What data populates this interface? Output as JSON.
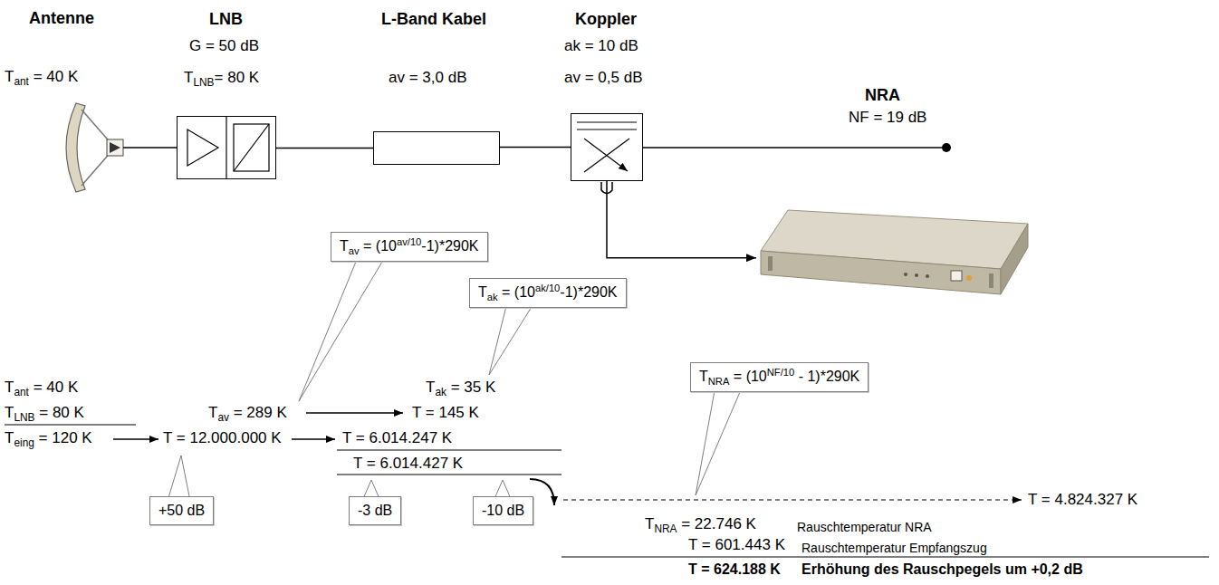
{
  "diagram": {
    "nodes": [
      {
        "text": [
          "Antenne",
          "Tant = 40 K"
        ]
      },
      {
        "text": [
          "LNB",
          "G = 50 dB",
          "TLNB= 80 K"
        ]
      },
      {
        "text": [
          "L-Band Kabel",
          "av = 3,0 dB"
        ]
      },
      {
        "text": [
          "Koppler",
          "ak = 10 dB",
          "av = 0,5 dB"
        ]
      },
      {
        "text": [
          "NRA",
          "NF = 19 dB"
        ]
      },
      {
        "text": [
          "Tav = (10av/10-1)*290K"
        ]
      },
      {
        "text": [
          "Tak = (10ak/10-1)*290K"
        ]
      },
      {
        "text": [
          "TNRA = (10NF/10 - 1)*290K"
        ]
      },
      {
        "text": [
          "+50 dB"
        ]
      },
      {
        "text": [
          "-3 dB"
        ]
      },
      {
        "text": [
          "-10 dB"
        ]
      }
    ],
    "edges": [
      {
        "from": 0,
        "to": 1,
        "arrow": "none"
      },
      {
        "from": 1,
        "to": 2,
        "arrow": "none"
      },
      {
        "from": 2,
        "to": 3,
        "arrow": "none"
      },
      {
        "from": 3,
        "to": 4,
        "arrow": "to"
      }
    ],
    "labels": [
      "Tant = 40 K",
      "TLNB = 80 K",
      "Teing = 120 K",
      "T = 12.000.000 K",
      "Tav = 289 K",
      "Tak = 35 K",
      "T = 145 K",
      "T = 6.014.247 K",
      "T = 6.014.427 K",
      "T = 4.824.327 K",
      "TNRA = 22.746 K",
      "Rauschtemperatur NRA",
      "T = 601.443 K",
      "Rauschtemperatur Empfangszug",
      "T = 624.188 K",
      "Erhöhung des Rauschpegels um +0,2 dB"
    ]
  }
}
